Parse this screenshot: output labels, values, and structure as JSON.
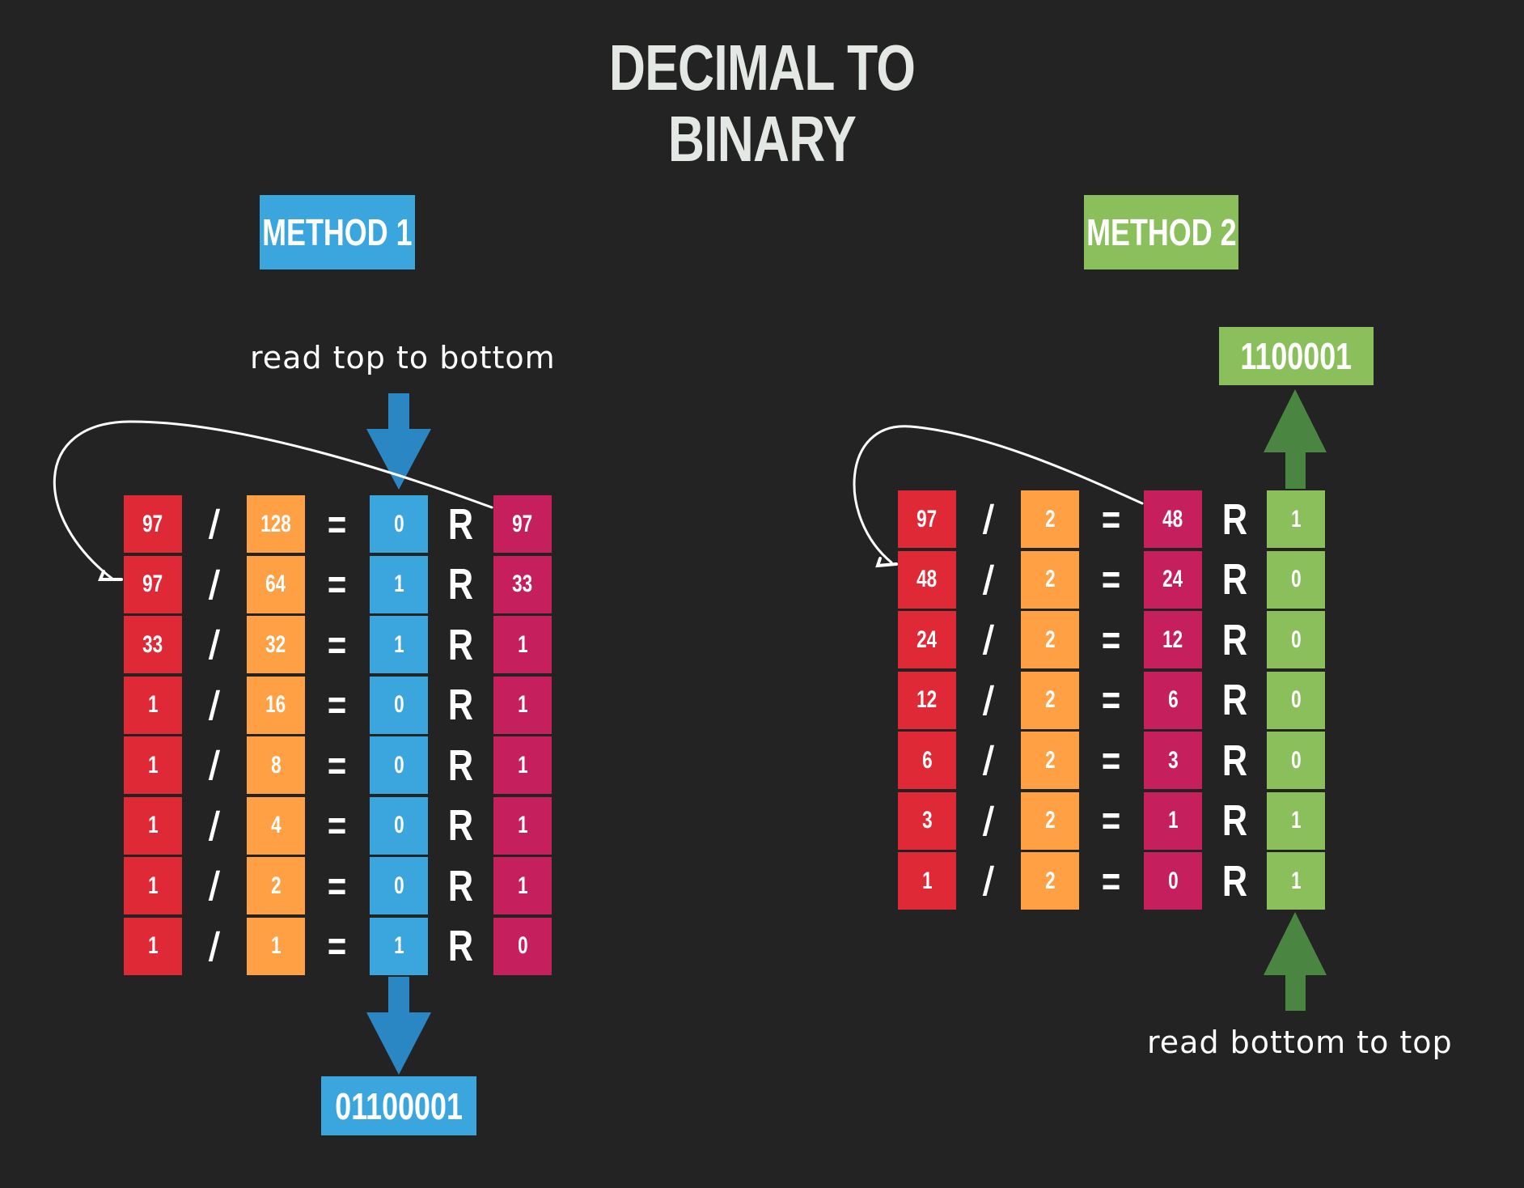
{
  "title": {
    "line1": "DECIMAL TO",
    "line2": "BINARY"
  },
  "method1": {
    "label": "METHOD 1",
    "instruction": "read top to bottom",
    "result": "01100001",
    "operators": {
      "divide": "/",
      "equals": "=",
      "remainder": "R"
    },
    "rows": [
      {
        "dividend": "97",
        "divisor": "128",
        "quotient": "0",
        "remainder": "97"
      },
      {
        "dividend": "97",
        "divisor": "64",
        "quotient": "1",
        "remainder": "33"
      },
      {
        "dividend": "33",
        "divisor": "32",
        "quotient": "1",
        "remainder": "1"
      },
      {
        "dividend": "1",
        "divisor": "16",
        "quotient": "0",
        "remainder": "1"
      },
      {
        "dividend": "1",
        "divisor": "8",
        "quotient": "0",
        "remainder": "1"
      },
      {
        "dividend": "1",
        "divisor": "4",
        "quotient": "0",
        "remainder": "1"
      },
      {
        "dividend": "1",
        "divisor": "2",
        "quotient": "0",
        "remainder": "1"
      },
      {
        "dividend": "1",
        "divisor": "1",
        "quotient": "1",
        "remainder": "0"
      }
    ]
  },
  "method2": {
    "label": "METHOD 2",
    "instruction": "read bottom to top",
    "result": "1100001",
    "operators": {
      "divide": "/",
      "equals": "=",
      "remainder": "R"
    },
    "rows": [
      {
        "dividend": "97",
        "divisor": "2",
        "quotient": "48",
        "remainder": "1"
      },
      {
        "dividend": "48",
        "divisor": "2",
        "quotient": "24",
        "remainder": "0"
      },
      {
        "dividend": "24",
        "divisor": "2",
        "quotient": "12",
        "remainder": "0"
      },
      {
        "dividend": "12",
        "divisor": "2",
        "quotient": "6",
        "remainder": "0"
      },
      {
        "dividend": "6",
        "divisor": "2",
        "quotient": "3",
        "remainder": "0"
      },
      {
        "dividend": "3",
        "divisor": "2",
        "quotient": "1",
        "remainder": "1"
      },
      {
        "dividend": "1",
        "divisor": "2",
        "quotient": "0",
        "remainder": "1"
      }
    ]
  },
  "colors": {
    "background": "#232323",
    "title": "#e3e8e5",
    "dividend": "#e02937",
    "divisor": "#fea043",
    "method1_quotient": "#3aa6dd",
    "method1_remainder": "#c51f5d",
    "method2_quotient": "#c51f5d",
    "method2_remainder": "#8bbf5c",
    "method1_arrow": "#2a87c4",
    "method2_arrow": "#4a8542"
  },
  "icons": [
    "down-arrow-icon",
    "up-arrow-icon",
    "curved-arrow-icon"
  ]
}
